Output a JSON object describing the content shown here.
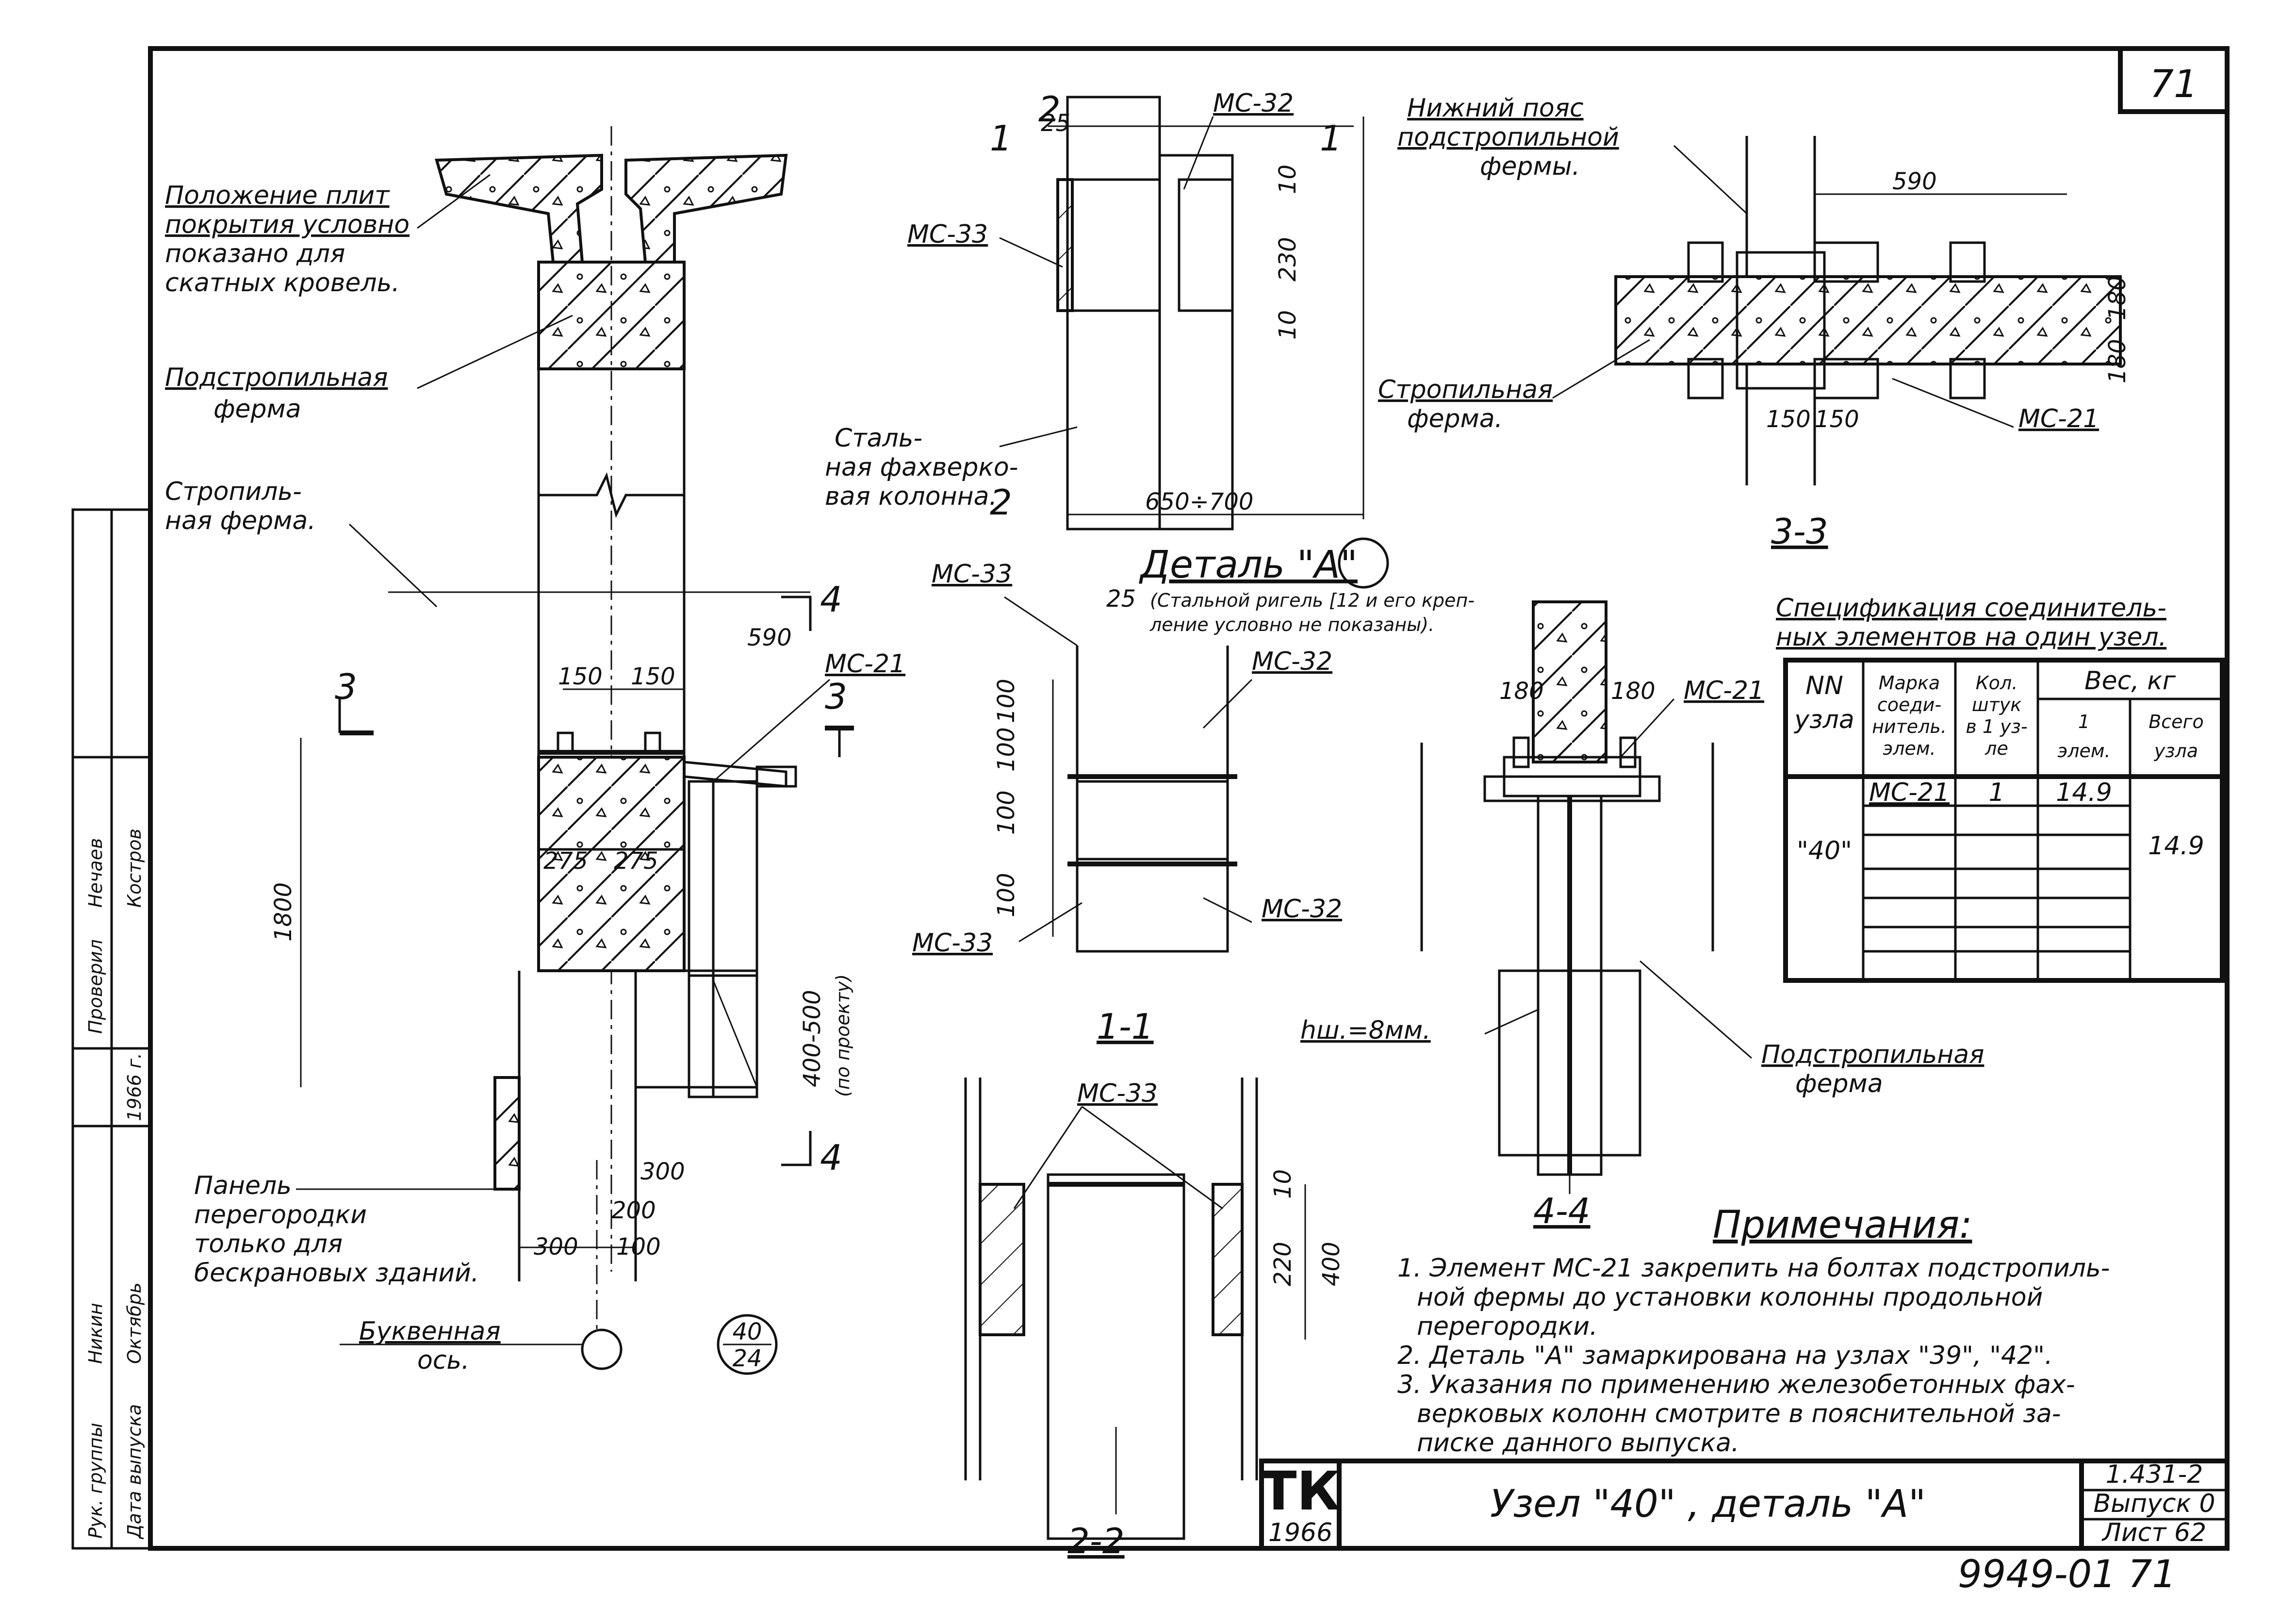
{
  "sheet": {
    "page_no": "71",
    "stamp": "9949-01  71"
  },
  "detail_labels": {
    "plates_position": [
      "Положение плит",
      "покрытия условно",
      "показано для",
      "скатных кровель."
    ],
    "sub_truss_main": [
      "Подстропильная",
      "ферма"
    ],
    "truss_main": [
      "Стропиль-",
      "ная ферма."
    ],
    "panel": [
      "Панель",
      "перегородки",
      "только для",
      "бескрановых зданий."
    ],
    "axis": [
      "Буквенная",
      "ось."
    ],
    "axis_circle": "",
    "node_badge": [
      "40",
      "24"
    ],
    "steel_column": [
      "Сталь-",
      "ная фахверко-",
      "вая колонна."
    ],
    "lower_chord": [
      "Нижний пояс",
      "подстропильной",
      "фермы."
    ],
    "truss_33": [
      "Стропильная",
      "ферма."
    ],
    "sub_truss_44": [
      "Подстропильная",
      "ферма"
    ],
    "weld": "hш.=8мм.",
    "detail_a_title": "Деталь \"А\"",
    "detail_a_note": [
      "(Стальной ригель [12 и его креп-",
      "ление условно не показаны)."
    ]
  },
  "marks": {
    "mc21": "МС-21",
    "mc32": "МС-32",
    "mc33": "МС-33"
  },
  "sections": {
    "s11": "1-1",
    "s22": "2-2",
    "s33": "3-3",
    "s44": "4-4",
    "c1": "1",
    "c2": "2",
    "c3": "3",
    "c4": "4"
  },
  "dims": {
    "d25": "25",
    "d590": "590",
    "d150": "150",
    "d275": "275",
    "d1800": "1800",
    "d400_500": "400-500",
    "d_proj": "(по проекту)",
    "d300": "300",
    "d200": "200",
    "d100": "100",
    "d10": "10",
    "d230": "230",
    "d650_700": "650÷700",
    "d180": "180",
    "d220": "220",
    "d400": "400"
  },
  "spec_table": {
    "title": [
      "Спецификация соединитель-",
      "ных элементов на один узел."
    ],
    "headers": {
      "node": [
        "NN",
        "узла"
      ],
      "mark": [
        "Марка",
        "соеди-",
        "нитель.",
        "элем."
      ],
      "qty": [
        "Кол.",
        "штук",
        "в 1 уз-",
        "ле"
      ],
      "weight": "Вес, кг",
      "w1": [
        "1",
        "элем."
      ],
      "wtotal": [
        "Всего",
        "узла"
      ]
    },
    "rows": [
      {
        "node": "\"40\"",
        "mark": "МС-21",
        "qty": "1",
        "w1": "14.9",
        "wtotal": "14.9"
      }
    ]
  },
  "notes": {
    "title": "Примечания:",
    "items": [
      "1. Элемент МС-21 закрепить на болтах подстропиль-",
      "ной фермы до установки колонны продольной",
      "перегородки.",
      "2. Деталь \"А\" замаркирована на узлах \"39\", \"42\".",
      "3. Указания по применению железобетонных фах-",
      "верковых колонн смотрите в пояснительной за-",
      "писке данного выпуска."
    ]
  },
  "title_block": {
    "org": "ТК",
    "year": "1966",
    "name": "Узел \"40\" , деталь \"А\"",
    "series": "1.431-2",
    "issue": "Выпуск 0",
    "sheet": "Лист 62"
  },
  "side_stamp": {
    "r1": [
      "Рук. группы",
      "Никин",
      "Проверил",
      "Нечаев"
    ],
    "r2": [
      "Дата выпуска",
      "Октябрь",
      "1966 г.",
      "Костров"
    ]
  }
}
